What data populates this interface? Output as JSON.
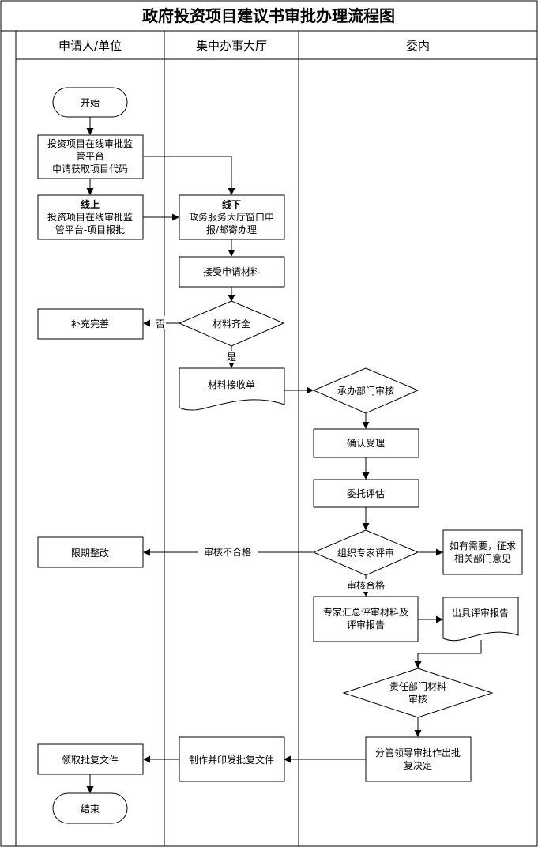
{
  "title": "政府投资项目建议书审批办理流程图",
  "lanes": [
    "申请人/单位",
    "集中办事大厅",
    "委内"
  ],
  "nodes": {
    "start": "开始",
    "apply_code": [
      "投资项目在线审批监",
      "管平台",
      "申请获取项目代码"
    ],
    "online_title": "线上",
    "online": [
      "投资项目在线审批监",
      "管平台-项目报批"
    ],
    "offline_title": "线下",
    "offline": [
      "政务服务大厅窗口申",
      "报/邮寄办理"
    ],
    "accept_materials": "接受申请材料",
    "materials_complete": "材料齐全",
    "supplement": "补充完善",
    "receipt": "材料接收单",
    "dept_review": "承办部门审核",
    "confirm_accept": "确认受理",
    "entrust_eval": "委托评估",
    "expert_review": "组织专家评审",
    "solicit_opinions": [
      "如有需要，征求",
      "相关部门意见"
    ],
    "rectify": "限期整改",
    "expert_summary": [
      "专家汇总评审材料及",
      "评审报告"
    ],
    "issue_report": "出具评审报告",
    "resp_dept_review": [
      "责任部门材料",
      "审核"
    ],
    "leader_decision": [
      "分管领导审批作出批",
      "复决定"
    ],
    "make_issue": "制作并印发批复文件",
    "receive_docs": "领取批复文件",
    "end": "结束"
  },
  "edge_labels": {
    "no": "否",
    "yes": "是",
    "review_fail": "审核不合格",
    "review_pass": "审核合格"
  }
}
